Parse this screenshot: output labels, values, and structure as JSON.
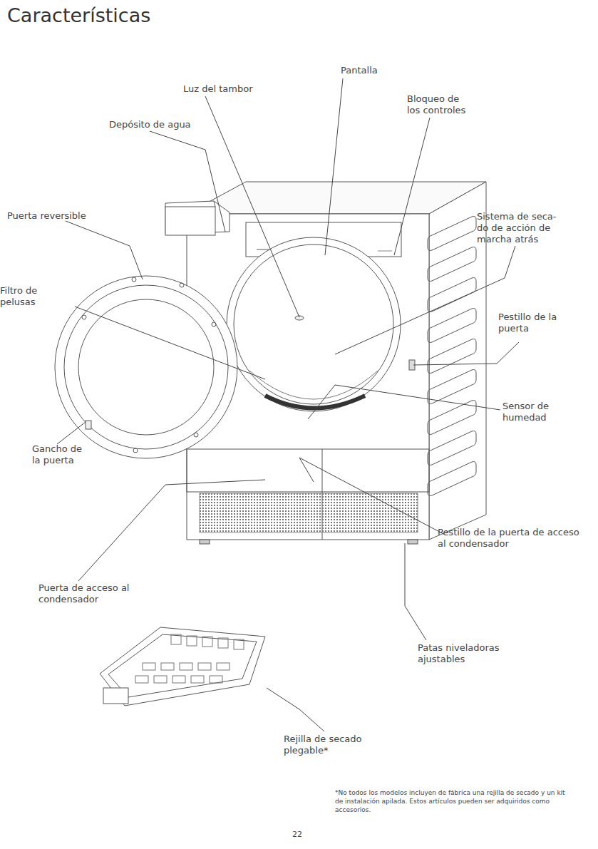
{
  "diagram": {
    "title": "Características",
    "labels": [
      "Luz del tambor",
      "Pantalla",
      "Bloqueo de los controles",
      "Depósito de agua",
      "Puerta reversible",
      "Sistema de seca- do de acción de marcha atrás",
      "Filtro de pelusas",
      "Pestillo de la puerta",
      "Sensor de humedad",
      "Gancho de la puerta",
      "Pestillo de la puerta de acceso al condensador",
      "Puerta de acceso al condensador",
      "Patas niveladoras ajustables",
      "Rejilla de secado plegable*",
      "*No todos los modelos incluyen de fábrica una rejilla de secado y un kit de instalación apilada. Estos artículos pueden ser adquiridos como accesorios.",
      "22"
    ]
  }
}
